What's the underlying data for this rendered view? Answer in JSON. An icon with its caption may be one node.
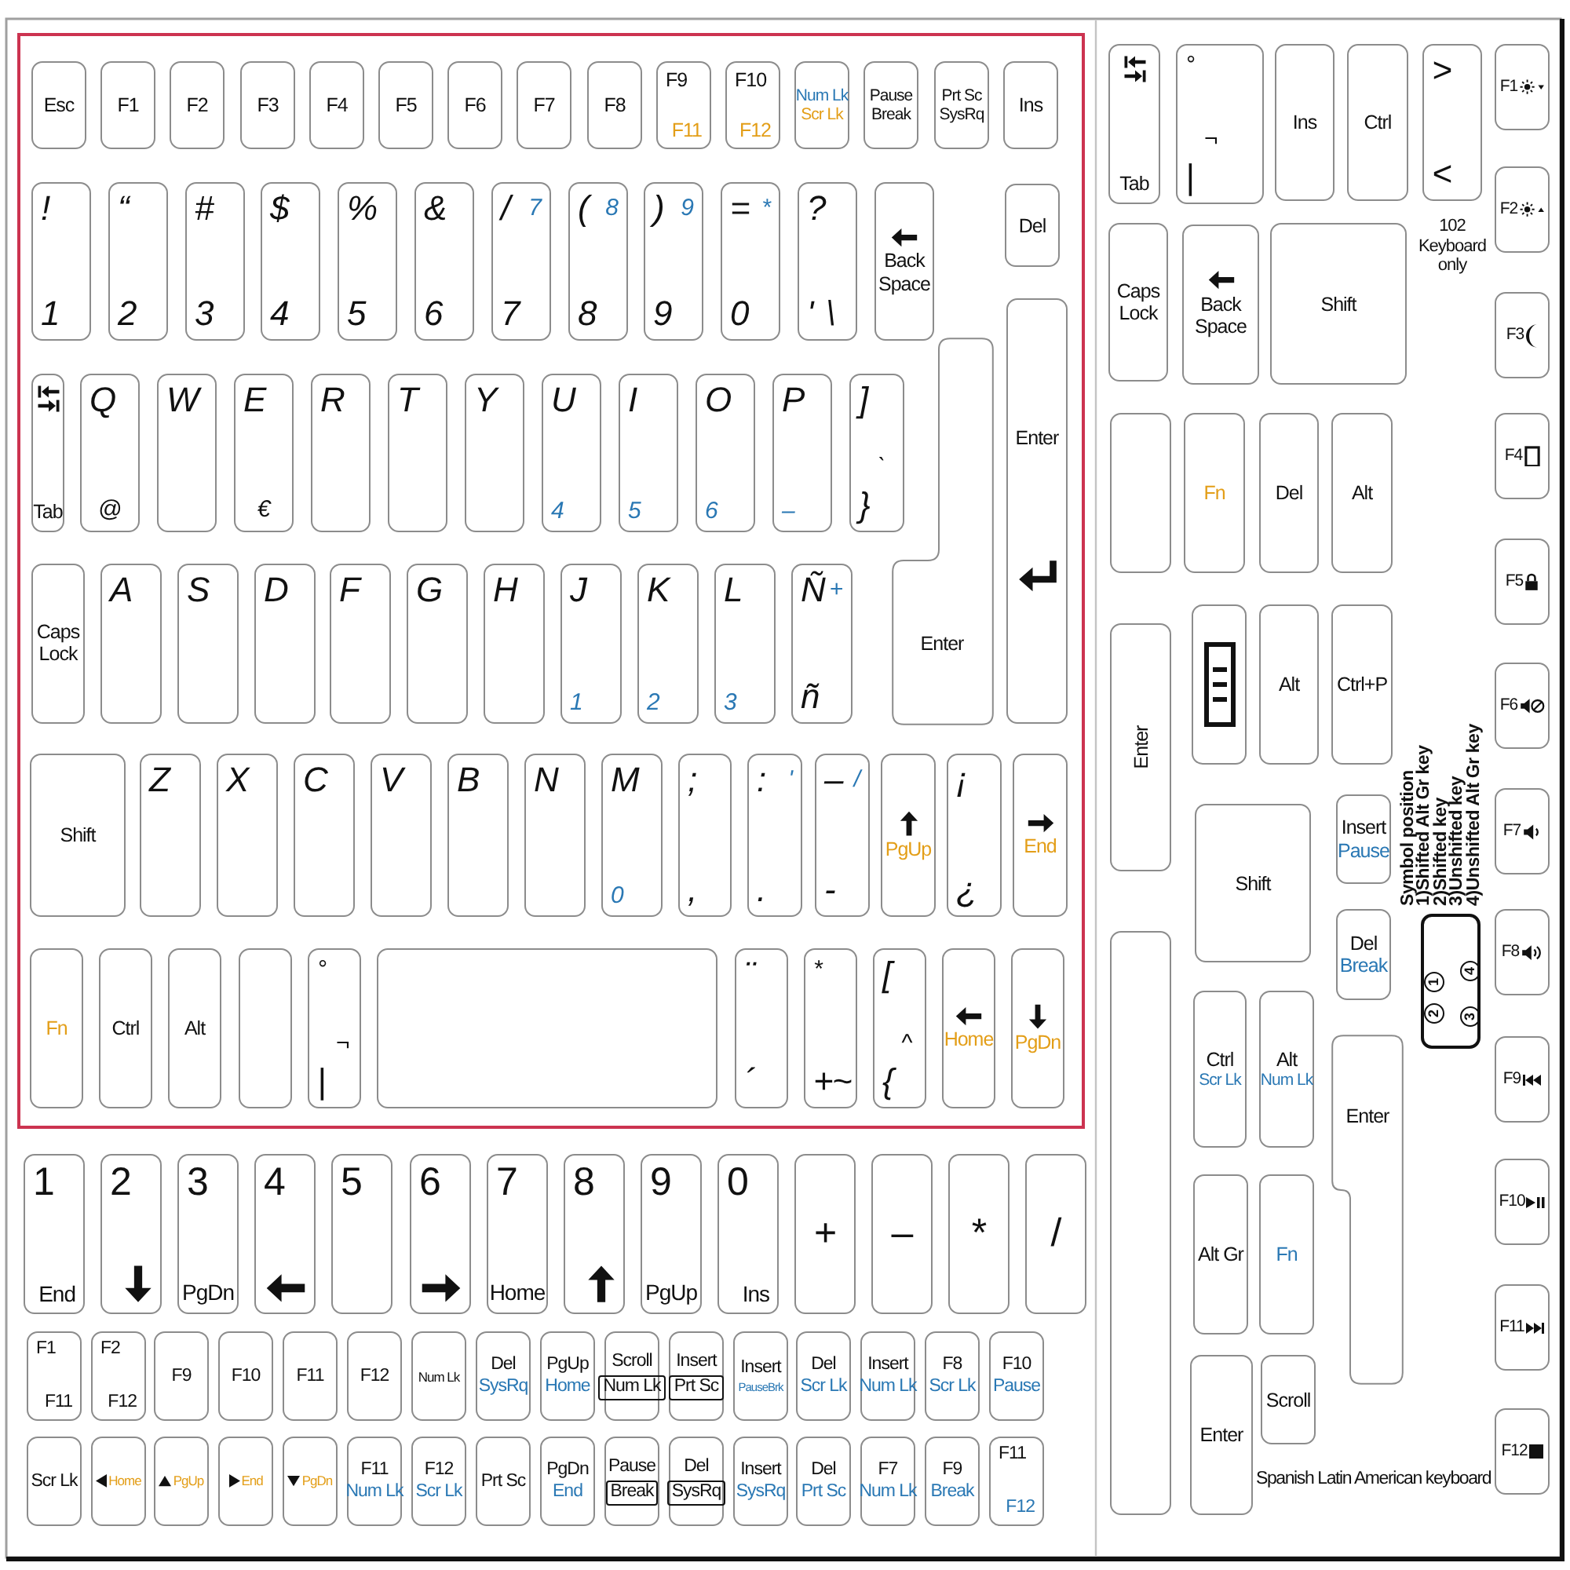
{
  "diagram": {
    "caption": "Spanish Latin American keyboard",
    "nodes": [
      {
        "text": [
          "Esc"
        ]
      },
      {
        "text": [
          "F1"
        ]
      },
      {
        "text": [
          "F2"
        ]
      },
      {
        "text": [
          "F3"
        ]
      },
      {
        "text": [
          "F4"
        ]
      },
      {
        "text": [
          "F5"
        ]
      },
      {
        "text": [
          "F6"
        ]
      },
      {
        "text": [
          "F7"
        ]
      },
      {
        "text": [
          "F8"
        ]
      },
      {
        "text": [
          "F9",
          "F11"
        ]
      },
      {
        "text": [
          "F10",
          "F12"
        ]
      },
      {
        "text": [
          "Num Lk",
          "Scr Lk"
        ]
      },
      {
        "text": [
          "Pause",
          "Break"
        ]
      },
      {
        "text": [
          "Prt Sc",
          "SysRq"
        ]
      },
      {
        "text": [
          "Ins"
        ]
      },
      {
        "text": [
          "!",
          "1"
        ]
      },
      {
        "text": [
          "“",
          "2"
        ]
      },
      {
        "text": [
          "#",
          "3"
        ]
      },
      {
        "text": [
          "$",
          "4"
        ]
      },
      {
        "text": [
          "%",
          "5"
        ]
      },
      {
        "text": [
          "&",
          "6"
        ]
      },
      {
        "text": [
          "/",
          "7",
          "7"
        ]
      },
      {
        "text": [
          "(",
          "8",
          "8"
        ]
      },
      {
        "text": [
          ")",
          "9",
          "9"
        ]
      },
      {
        "text": [
          "=",
          "*",
          "0"
        ]
      },
      {
        "text": [
          "?",
          "'",
          "\\"
        ]
      },
      {
        "text": [
          "Back Space"
        ]
      },
      {
        "text": [
          "Del"
        ]
      },
      {
        "text": [
          "Tab"
        ]
      },
      {
        "text": [
          "Q",
          "@"
        ]
      },
      {
        "text": [
          "W"
        ]
      },
      {
        "text": [
          "E",
          "€"
        ]
      },
      {
        "text": [
          "R"
        ]
      },
      {
        "text": [
          "T"
        ]
      },
      {
        "text": [
          "Y"
        ]
      },
      {
        "text": [
          "U",
          "4"
        ]
      },
      {
        "text": [
          "I",
          "5"
        ]
      },
      {
        "text": [
          "O",
          "6"
        ]
      },
      {
        "text": [
          "P",
          "–"
        ]
      },
      {
        "text": [
          "]",
          "}",
          "`"
        ]
      },
      {
        "text": [
          "Enter"
        ]
      },
      {
        "text": [
          "Enter"
        ]
      },
      {
        "text": [
          "Caps Lock"
        ]
      },
      {
        "text": [
          "A"
        ]
      },
      {
        "text": [
          "S"
        ]
      },
      {
        "text": [
          "D"
        ]
      },
      {
        "text": [
          "F"
        ]
      },
      {
        "text": [
          "G"
        ]
      },
      {
        "text": [
          "H"
        ]
      },
      {
        "text": [
          "J",
          "1"
        ]
      },
      {
        "text": [
          "K",
          "2"
        ]
      },
      {
        "text": [
          "L",
          "3"
        ]
      },
      {
        "text": [
          "Ñ",
          "+",
          "ñ"
        ]
      },
      {
        "text": [
          "Shift"
        ]
      },
      {
        "text": [
          "Z"
        ]
      },
      {
        "text": [
          "X"
        ]
      },
      {
        "text": [
          "C"
        ]
      },
      {
        "text": [
          "V"
        ]
      },
      {
        "text": [
          "B"
        ]
      },
      {
        "text": [
          "N"
        ]
      },
      {
        "text": [
          "M",
          "0"
        ]
      },
      {
        "text": [
          ";",
          ","
        ]
      },
      {
        "text": [
          ":",
          "'",
          "."
        ]
      },
      {
        "text": [
          "–",
          "/",
          "-"
        ]
      },
      {
        "text": [
          "PgUp"
        ]
      },
      {
        "text": [
          "¡",
          "¿"
        ]
      },
      {
        "text": [
          "End"
        ]
      },
      {
        "text": [
          "Fn"
        ]
      },
      {
        "text": [
          "Ctrl"
        ]
      },
      {
        "text": [
          "Alt"
        ]
      },
      {
        "text": [],
        "shape": "box"
      },
      {
        "text": [
          "°",
          "|",
          "¬"
        ]
      },
      {
        "text": [],
        "shape": "box"
      },
      {
        "text": [
          "¨",
          "´"
        ]
      },
      {
        "text": [
          "*",
          "+",
          "~"
        ]
      },
      {
        "text": [
          "[",
          "{",
          "^"
        ]
      },
      {
        "text": [
          "Home"
        ]
      },
      {
        "text": [
          "PgDn"
        ]
      },
      {
        "text": [
          "1",
          "End"
        ]
      },
      {
        "text": [
          "2"
        ]
      },
      {
        "text": [
          "3",
          "PgDn"
        ]
      },
      {
        "text": [
          "4"
        ]
      },
      {
        "text": [
          "5"
        ]
      },
      {
        "text": [
          "6"
        ]
      },
      {
        "text": [
          "7",
          "Home"
        ]
      },
      {
        "text": [
          "8"
        ]
      },
      {
        "text": [
          "9",
          "PgUp"
        ]
      },
      {
        "text": [
          "0",
          "Ins"
        ]
      },
      {
        "text": [
          "+"
        ]
      },
      {
        "text": [
          "–"
        ]
      },
      {
        "text": [
          "*"
        ]
      },
      {
        "text": [
          "/"
        ]
      },
      {
        "text": [
          "F1",
          "F11"
        ]
      },
      {
        "text": [
          "F2",
          "F12"
        ]
      },
      {
        "text": [
          "F9"
        ]
      },
      {
        "text": [
          "F10"
        ]
      },
      {
        "text": [
          "F11"
        ]
      },
      {
        "text": [
          "F12"
        ]
      },
      {
        "text": [
          "Num Lk"
        ]
      },
      {
        "text": [
          "Del",
          "SysRq"
        ]
      },
      {
        "text": [
          "PgUp",
          "Home"
        ]
      },
      {
        "text": [
          "Scroll",
          "Num Lk"
        ]
      },
      {
        "text": [
          "Insert",
          "Prt Sc"
        ]
      },
      {
        "text": [
          "Insert",
          "PauseBrk"
        ]
      },
      {
        "text": [
          "Del",
          "Scr Lk"
        ]
      },
      {
        "text": [
          "Insert",
          "Num Lk"
        ]
      },
      {
        "text": [
          "F8",
          "Scr Lk"
        ]
      },
      {
        "text": [
          "F10",
          "Pause"
        ]
      },
      {
        "text": [
          "Scr Lk"
        ]
      },
      {
        "text": [
          "Home"
        ]
      },
      {
        "text": [
          "PgUp"
        ]
      },
      {
        "text": [
          "End"
        ]
      },
      {
        "text": [
          "PgDn"
        ]
      },
      {
        "text": [
          "F11",
          "Num Lk"
        ]
      },
      {
        "text": [
          "F12",
          "Scr Lk"
        ]
      },
      {
        "text": [
          "Prt Sc"
        ]
      },
      {
        "text": [
          "PgDn",
          "End"
        ]
      },
      {
        "text": [
          "Pause",
          "Break"
        ]
      },
      {
        "text": [
          "Del",
          "SysRq"
        ]
      },
      {
        "text": [
          "Insert",
          "SysRq"
        ]
      },
      {
        "text": [
          "Del",
          "Prt Sc"
        ]
      },
      {
        "text": [
          "F7",
          "Num Lk"
        ]
      },
      {
        "text": [
          "F9",
          "Break"
        ]
      },
      {
        "text": [
          "F11",
          "F12"
        ]
      },
      {
        "text": [
          "Tab"
        ]
      },
      {
        "text": [
          "°",
          "|",
          "¬"
        ]
      },
      {
        "text": [
          "Ins"
        ]
      },
      {
        "text": [
          "Ctrl"
        ]
      },
      {
        "text": [
          ">",
          "<"
        ]
      },
      {
        "text": [
          "Caps Lock"
        ]
      },
      {
        "text": [
          "Back Space"
        ]
      },
      {
        "text": [
          "Shift"
        ]
      },
      {
        "text": [],
        "shape": "box"
      },
      {
        "text": [
          "Fn"
        ]
      },
      {
        "text": [
          "Del"
        ]
      },
      {
        "text": [
          "Alt"
        ]
      },
      {
        "text": [
          "Enter"
        ]
      },
      {
        "text": [],
        "shape": "box"
      },
      {
        "text": [
          "Alt"
        ]
      },
      {
        "text": [
          "Ctrl+P"
        ]
      },
      {
        "text": [
          "Shift"
        ]
      },
      {
        "text": [
          "Insert",
          "Pause"
        ]
      },
      {
        "text": [
          "Del",
          "Break"
        ]
      },
      {
        "text": [],
        "shape": "box"
      },
      {
        "text": [
          "Ctrl",
          "Scr Lk"
        ]
      },
      {
        "text": [
          "Alt",
          "Num Lk"
        ]
      },
      {
        "text": [
          "Enter"
        ]
      },
      {
        "text": [
          "Alt Gr"
        ]
      },
      {
        "text": [
          "Fn"
        ]
      },
      {
        "text": [
          "Enter"
        ]
      },
      {
        "text": [
          "Scroll"
        ]
      },
      {
        "text": [
          "F1"
        ]
      },
      {
        "text": [
          "F2"
        ]
      },
      {
        "text": [
          "F3"
        ]
      },
      {
        "text": [
          "F4"
        ]
      },
      {
        "text": [
          "F5"
        ]
      },
      {
        "text": [
          "F6"
        ]
      },
      {
        "text": [
          "F7"
        ]
      },
      {
        "text": [
          "F8"
        ]
      },
      {
        "text": [
          "F9"
        ]
      },
      {
        "text": [
          "F10"
        ]
      },
      {
        "text": [
          "F11"
        ]
      },
      {
        "text": [
          "F12"
        ]
      },
      {
        "text": [
          "1",
          "2",
          "3",
          "4"
        ]
      }
    ],
    "labels": [
      "102 Keyboard only",
      "Symbol position",
      "1)Shifted Alt Gr key",
      "2)Shifted key",
      "3)Unshifted key",
      "4)Unshifted Alt Gr key"
    ]
  }
}
